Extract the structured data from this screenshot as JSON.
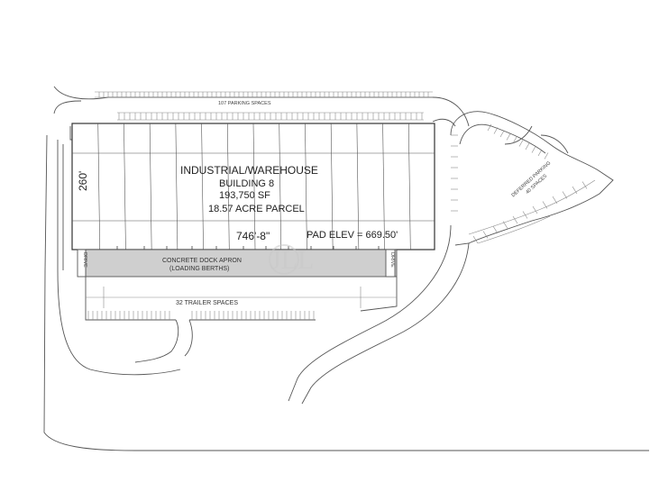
{
  "building": {
    "title": "INDUSTRIAL/WAREHOUSE",
    "name": "BUILDING 8",
    "area": "193,750 SF",
    "parcel": "18.57 ACRE PARCEL",
    "depth_dim": "260'",
    "length_dim": "746'-8\"",
    "pad_elev": "PAD ELEV = 669.50'"
  },
  "labels": {
    "parking_top": "107 PARKING SPACES",
    "dock_apron_1": "CONCRETE DOCK APRON",
    "dock_apron_2": "(LOADING BERTHS)",
    "trailer_spaces": "32 TRAILER SPACES",
    "deferred_1": "DEFERRED PARKING",
    "deferred_2": "40 SPACES",
    "drive_left": "DRIVE",
    "drive_right": "DRIVE"
  },
  "watermark": "JLL",
  "colors": {
    "line": "#555555",
    "apron": "#cfcfcf",
    "text": "#222222"
  }
}
